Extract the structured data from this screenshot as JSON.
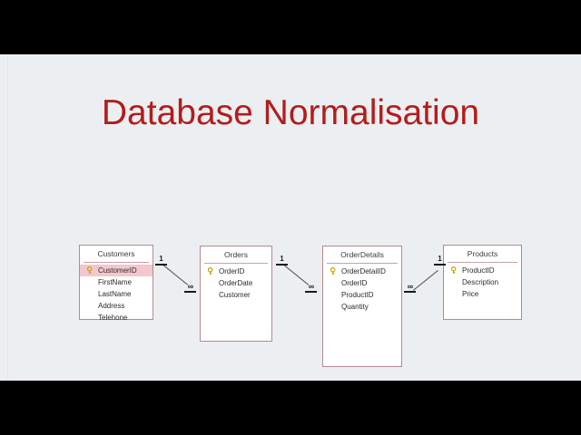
{
  "slide": {
    "title": "Database Normalisation",
    "title_color": "#b41c1c",
    "background_color": "#eceff1",
    "letterbox_color": "#000000"
  },
  "diagram": {
    "type": "entity-relationship-diagram",
    "entities": [
      {
        "name": "Customers",
        "fields": [
          {
            "label": "CustomerID",
            "primary_key": true,
            "highlighted": true
          },
          {
            "label": "FirstName",
            "primary_key": false,
            "highlighted": false
          },
          {
            "label": "LastName",
            "primary_key": false,
            "highlighted": false
          },
          {
            "label": "Address",
            "primary_key": false,
            "highlighted": false
          },
          {
            "label": "Telehone",
            "primary_key": false,
            "highlighted": false
          }
        ]
      },
      {
        "name": "Orders",
        "fields": [
          {
            "label": "OrderID",
            "primary_key": true,
            "highlighted": false
          },
          {
            "label": "OrderDate",
            "primary_key": false,
            "highlighted": false
          },
          {
            "label": "Customer",
            "primary_key": false,
            "highlighted": false
          }
        ]
      },
      {
        "name": "OrderDetails",
        "fields": [
          {
            "label": "OrderDetailID",
            "primary_key": true,
            "highlighted": false
          },
          {
            "label": "OrderID",
            "primary_key": false,
            "highlighted": false
          },
          {
            "label": "ProductID",
            "primary_key": false,
            "highlighted": false
          },
          {
            "label": "Quantity",
            "primary_key": false,
            "highlighted": false
          }
        ]
      },
      {
        "name": "Products",
        "fields": [
          {
            "label": "ProductID",
            "primary_key": true,
            "highlighted": false
          },
          {
            "label": "Description",
            "primary_key": false,
            "highlighted": false
          },
          {
            "label": "Price",
            "primary_key": false,
            "highlighted": false
          }
        ]
      }
    ],
    "relationships": [
      {
        "from": "Customers",
        "to": "Orders",
        "from_cardinality": "1",
        "to_cardinality": "∞"
      },
      {
        "from": "Orders",
        "to": "OrderDetails",
        "from_cardinality": "1",
        "to_cardinality": "∞"
      },
      {
        "from": "OrderDetails",
        "to": "Products",
        "from_cardinality": "∞",
        "to_cardinality": "1"
      }
    ]
  }
}
